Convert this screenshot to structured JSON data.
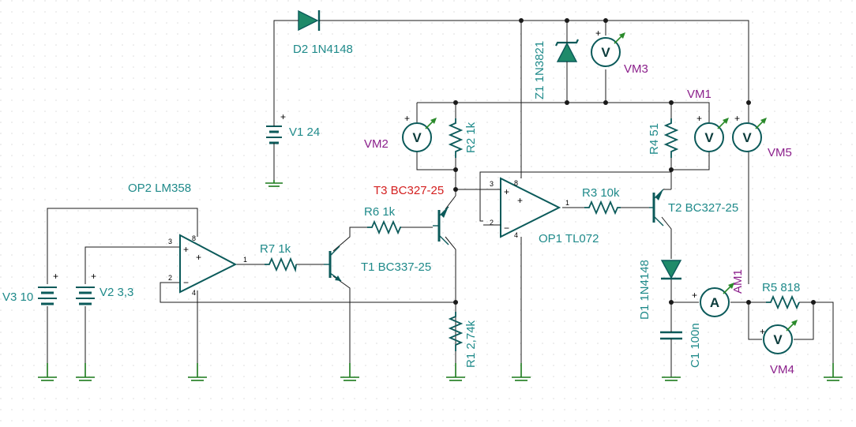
{
  "colors": {
    "wire": "#1a1a1a",
    "component": "#0b5a5a",
    "label_teal": "#1f8a8a",
    "label_red": "#d42020",
    "label_purple": "#8b1f8b",
    "diode_fill": "#1f8a6a",
    "ground": "#1a7a1a",
    "grid_dot": "#dcdcdc",
    "node_marker": "#d43a3a"
  },
  "components": {
    "d2": "D2 1N4148",
    "v1": "V1 24",
    "z1": "Z1 1N3821",
    "vm3": "VM3",
    "vm1": "VM1",
    "vm2": "VM2",
    "r2": "R2 1k",
    "r4": "R4 51",
    "vm5": "VM5",
    "t3": "T3 BC327-25",
    "op2": "OP2 LM358",
    "r6": "R6 1k",
    "r3": "R3 10k",
    "t2": "T2 BC327-25",
    "op1": "OP1 TL072",
    "r7": "R7 1k",
    "t1": "T1 BC337-25",
    "v3": "V3 10",
    "v2": "V2 3,3",
    "d1": "D1 1N4148",
    "am1": "AM1",
    "r5": "R5 818",
    "c1": "C1 100n",
    "r1": "R1 2,74k",
    "vm4": "VM4"
  },
  "meter_symbols": {
    "voltmeter": "V",
    "ammeter": "A"
  },
  "signs": {
    "plus": "+",
    "minus": "−"
  },
  "pins": {
    "op2_in_plus": "3",
    "op2_in_minus": "2",
    "op2_out": "1",
    "op2_vcc": "8",
    "op2_vee": "4",
    "op1_in_plus": "3",
    "op1_in_minus": "2",
    "op1_out": "1",
    "op1_vcc": "8",
    "op1_vee": "4"
  }
}
